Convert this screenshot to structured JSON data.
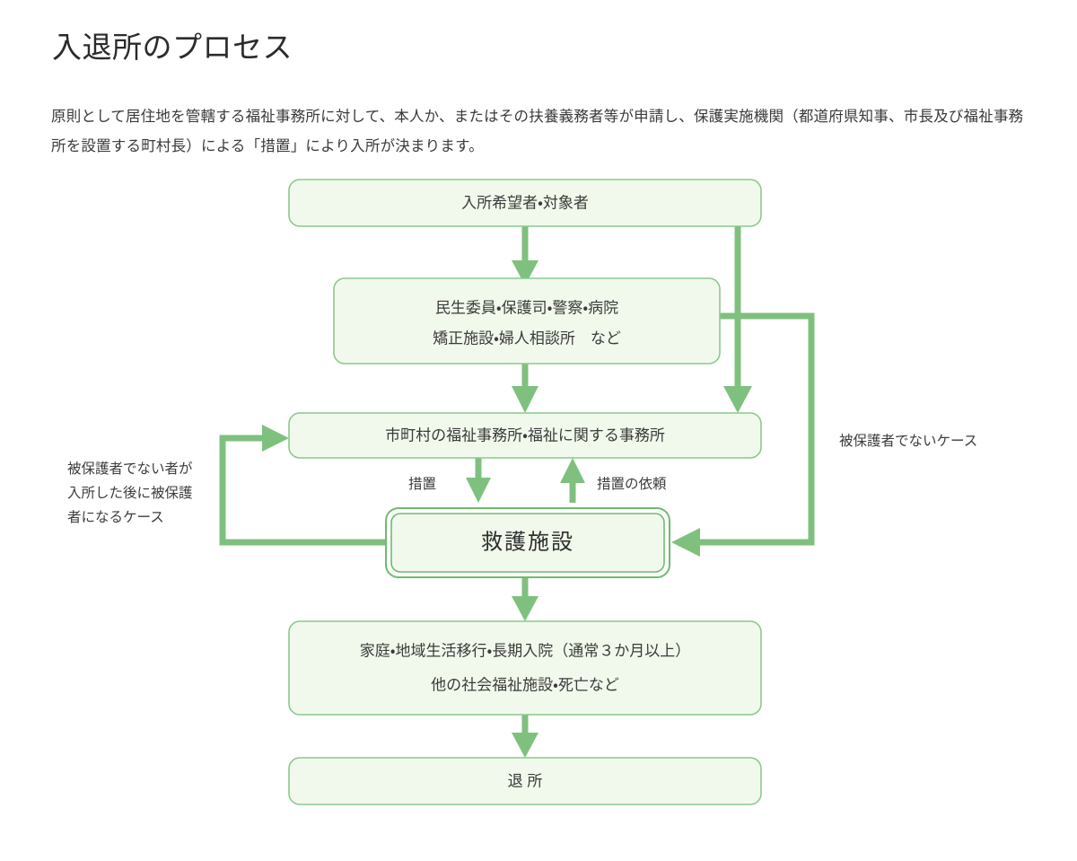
{
  "page": {
    "title": "入退所のプロセス",
    "intro": "原則として居住地を管轄する福祉事務所に対して、本人か、またはその扶養義務者等が申請し、保護実施機関（都道府県知事、市長及び福祉事務所を設置する町村長）による「措置」により入所が決まります。"
  },
  "colors": {
    "box_fill": "#f1f9ec",
    "box_border": "#8bc98b",
    "edge": "#7fc07f",
    "text": "#3b3b3b",
    "title_text": "#2b2b2b"
  },
  "chart_data": {
    "type": "diagram",
    "title": "入退所のプロセス",
    "nodes": [
      {
        "id": "applicant",
        "label": "入所希望者・対象者",
        "emphasis": "normal"
      },
      {
        "id": "referrers",
        "label_line1": "民生委員・保護司・警察・病院",
        "label_line2": "矯正施設・婦人相談所　など",
        "emphasis": "normal"
      },
      {
        "id": "welfare",
        "label": "市町村の福祉事務所・福祉に関する事務所",
        "emphasis": "normal"
      },
      {
        "id": "facility",
        "label": "救護施設",
        "emphasis": "double-border"
      },
      {
        "id": "outcomes",
        "label_line1": "家庭・地域生活移行・長期入院（通常３か月以上）",
        "label_line2": "他の社会福祉施設・死亡など",
        "emphasis": "normal"
      },
      {
        "id": "discharge",
        "label": "退 所",
        "emphasis": "normal"
      }
    ],
    "edges": [
      {
        "from": "applicant",
        "to": "referrers",
        "label": "",
        "direction": "down"
      },
      {
        "from": "applicant",
        "to": "welfare",
        "label": "",
        "direction": "down-right"
      },
      {
        "from": "referrers",
        "to": "welfare",
        "label": "",
        "direction": "down"
      },
      {
        "from": "referrers",
        "to": "facility",
        "label": "被保護者でないケース",
        "direction": "right-down-left"
      },
      {
        "from": "welfare",
        "to": "facility",
        "label": "措置",
        "direction": "down"
      },
      {
        "from": "facility",
        "to": "welfare",
        "label": "措置の依頼",
        "direction": "up"
      },
      {
        "from": "facility",
        "to": "welfare",
        "label": "被保護者でない者が入所した後に被保護者になるケース",
        "direction": "left-up-right"
      },
      {
        "from": "facility",
        "to": "outcomes",
        "label": "",
        "direction": "down"
      },
      {
        "from": "outcomes",
        "to": "discharge",
        "label": "",
        "direction": "down"
      }
    ]
  },
  "flow": {
    "node_applicant": "入所希望者・対象者",
    "node_referrers_line1": "民生委員・保護司・警察・病院",
    "node_referrers_line2": "矯正施設・婦人相談所　など",
    "node_welfare": "市町村の福祉事務所・福祉に関する事務所",
    "node_facility": "救護施設",
    "node_outcomes_line1": "家庭・地域生活移行・長期入院（通常３か月以上）",
    "node_outcomes_line2": "他の社会福祉施設・死亡など",
    "node_discharge": "退 所",
    "label_measure": "措置",
    "label_measure_request": "措置の依頼",
    "note_right": "被保護者でないケース",
    "note_left_line1": "被保護者でない者が",
    "note_left_line2": "入所した後に被保護",
    "note_left_line3": "者になるケース"
  }
}
